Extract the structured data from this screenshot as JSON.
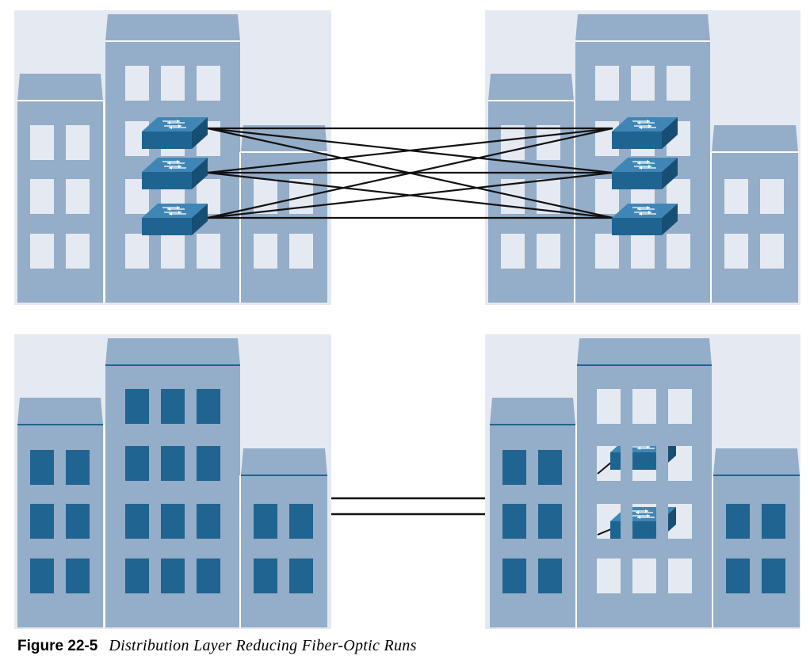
{
  "figure": {
    "number": "Figure 22-5",
    "title": "Distribution Layer Reducing Fiber-Optic Runs"
  },
  "diagram": {
    "top_row": {
      "left_building_switches": 3,
      "right_building_switches": 3,
      "link_topology": "full-mesh",
      "link_count": 9
    },
    "bottom_row": {
      "left_building_switches": 0,
      "right_building_switches": 2,
      "link_count": 2
    }
  },
  "colors": {
    "panel_bg": "#e5eaf2",
    "building": "#94adc8",
    "window_light": "#e5eaf2",
    "window_dark": "#206491",
    "switch_top": "#3f86b6",
    "switch_front": "#1f6490",
    "link": "#111111"
  },
  "icons": [
    "building-icon",
    "switch-icon"
  ]
}
